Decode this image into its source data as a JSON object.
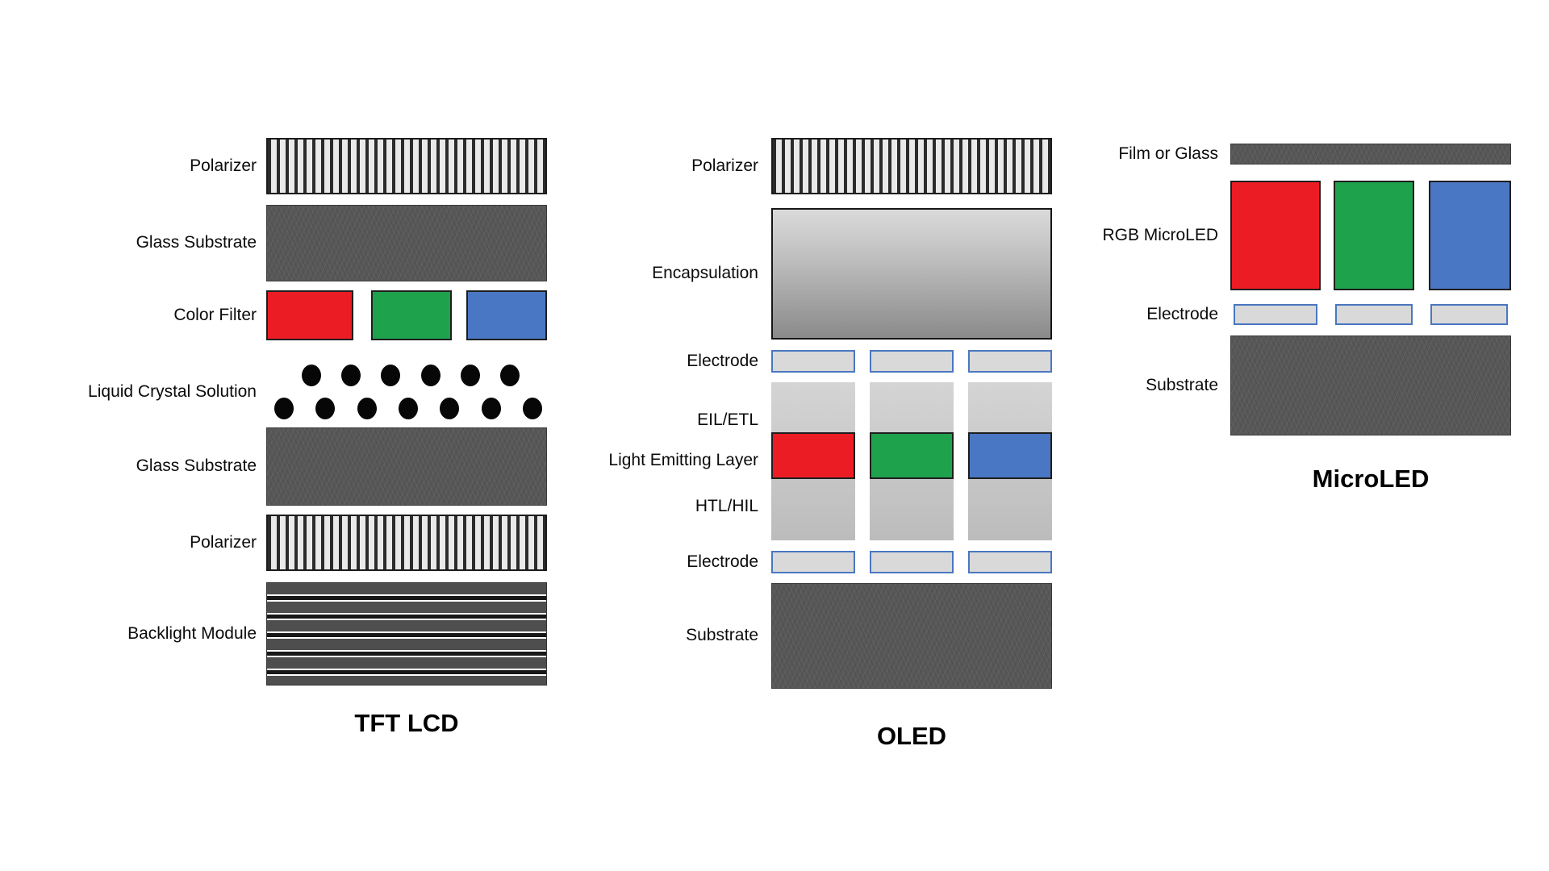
{
  "colors": {
    "red": "#ec1c24",
    "green": "#1ea24c",
    "blue": "#4a77c4"
  },
  "panels": {
    "lcd": {
      "title": "TFT LCD",
      "labels": {
        "polarizer_top": "Polarizer",
        "glass_top": "Glass Substrate",
        "color_filter": "Color Filter",
        "liquid_crystal": "Liquid Crystal Solution",
        "glass_bottom": "Glass Substrate",
        "polarizer_bottom": "Polarizer",
        "backlight": "Backlight Module"
      }
    },
    "oled": {
      "title": "OLED",
      "labels": {
        "polarizer": "Polarizer",
        "encapsulation": "Encapsulation",
        "electrode_top": "Electrode",
        "eil_etl": "EIL/ETL",
        "emitting": "Light Emitting Layer",
        "htl_hil": "HTL/HIL",
        "electrode_bottom": "Electrode",
        "substrate": "Substrate"
      }
    },
    "microled": {
      "title": "MicroLED",
      "labels": {
        "film": "Film or Glass",
        "rgb": "RGB MicroLED",
        "electrode": "Electrode",
        "substrate": "Substrate"
      }
    }
  }
}
